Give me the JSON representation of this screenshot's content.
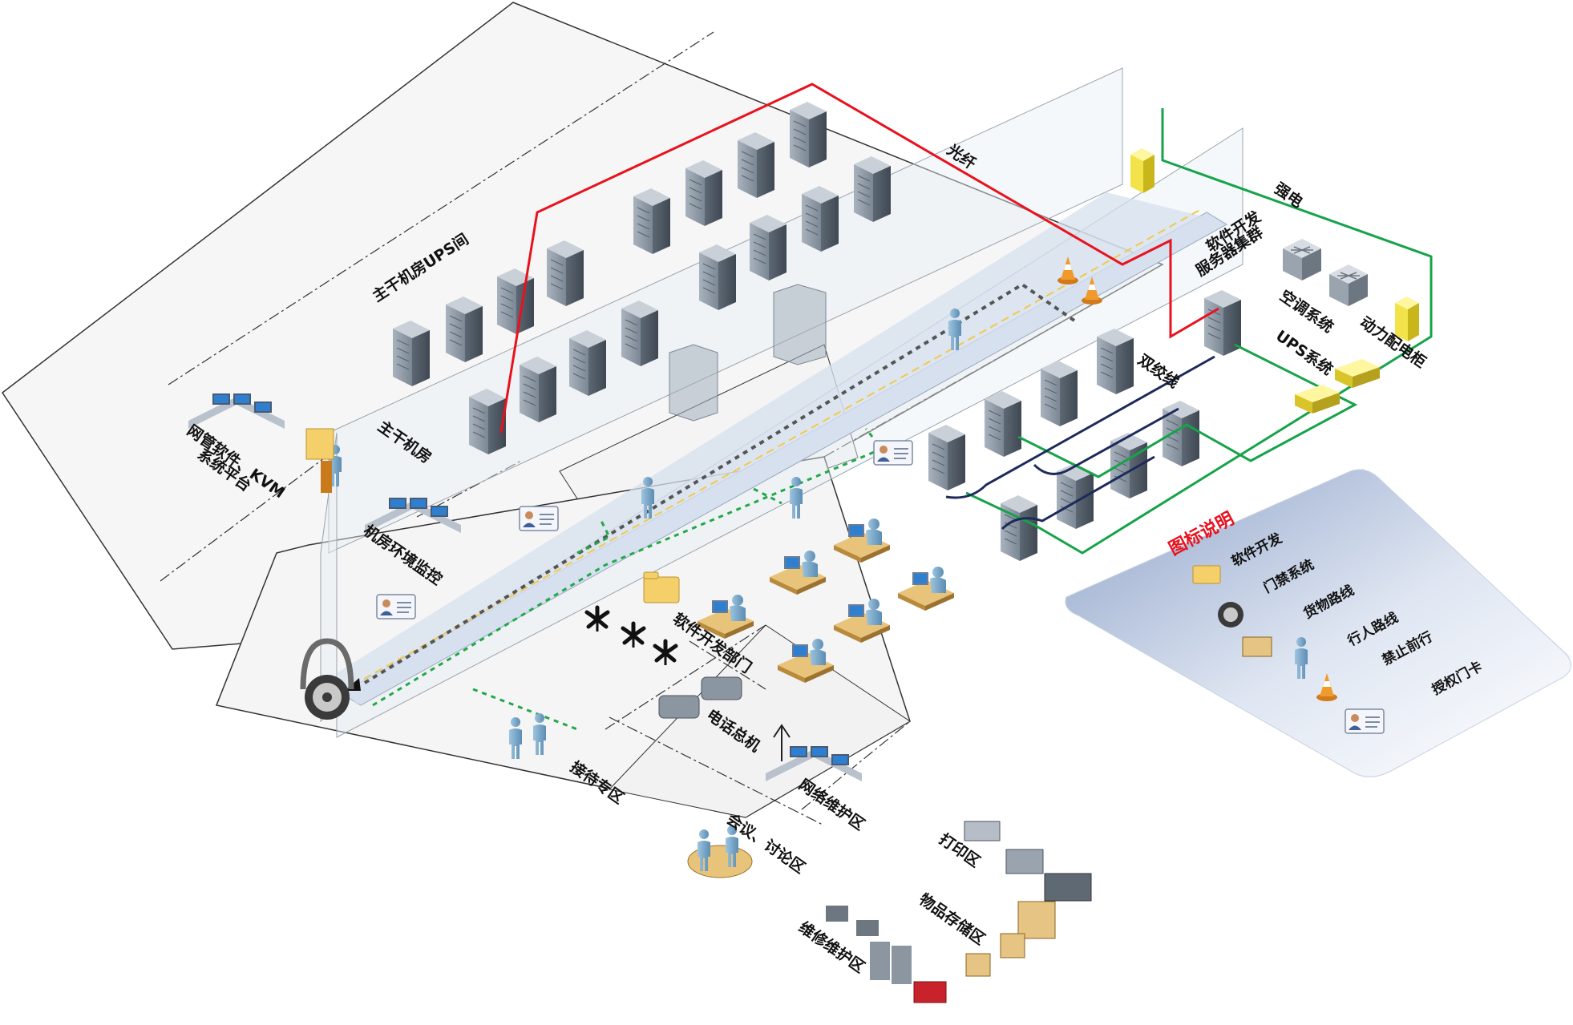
{
  "labels": {
    "ups_room": "主干机房UPS间",
    "main_room": "主干机房",
    "fiber": "光纤",
    "power": "强电",
    "dev_servers_line1": "软件开发",
    "dev_servers_line2": "服务器集群",
    "aircon": "空调系统",
    "power_cabinet": "动力配电柜",
    "ups_system": "UPS系统",
    "twisted_pair": "双绞线",
    "nms_line1": "网管软件、KVM",
    "nms_line2": "系统平台",
    "env_monitor": "机房环境监控",
    "dev_dept": "软件开发部门",
    "pbx": "电话总机",
    "reception": "接待专区",
    "net_maint": "网络维护区",
    "meeting": "会议、讨论区",
    "print": "打印区",
    "storage": "物品存储区",
    "repair": "维修维护区"
  },
  "legend": {
    "title": "图标说明",
    "items": [
      "软件开发",
      "门禁系统",
      "货物路线",
      "行人路线",
      "禁止前行",
      "授权门卡"
    ]
  },
  "colors": {
    "fiber": "#e8121e",
    "power": "#16a34a",
    "twisted_pair": "#1e2a5a",
    "goods_route": "#555555",
    "pedestrian_route": "#21a84a",
    "legend_bg": "#aab8d6",
    "corridor": "#d6e0ee"
  }
}
